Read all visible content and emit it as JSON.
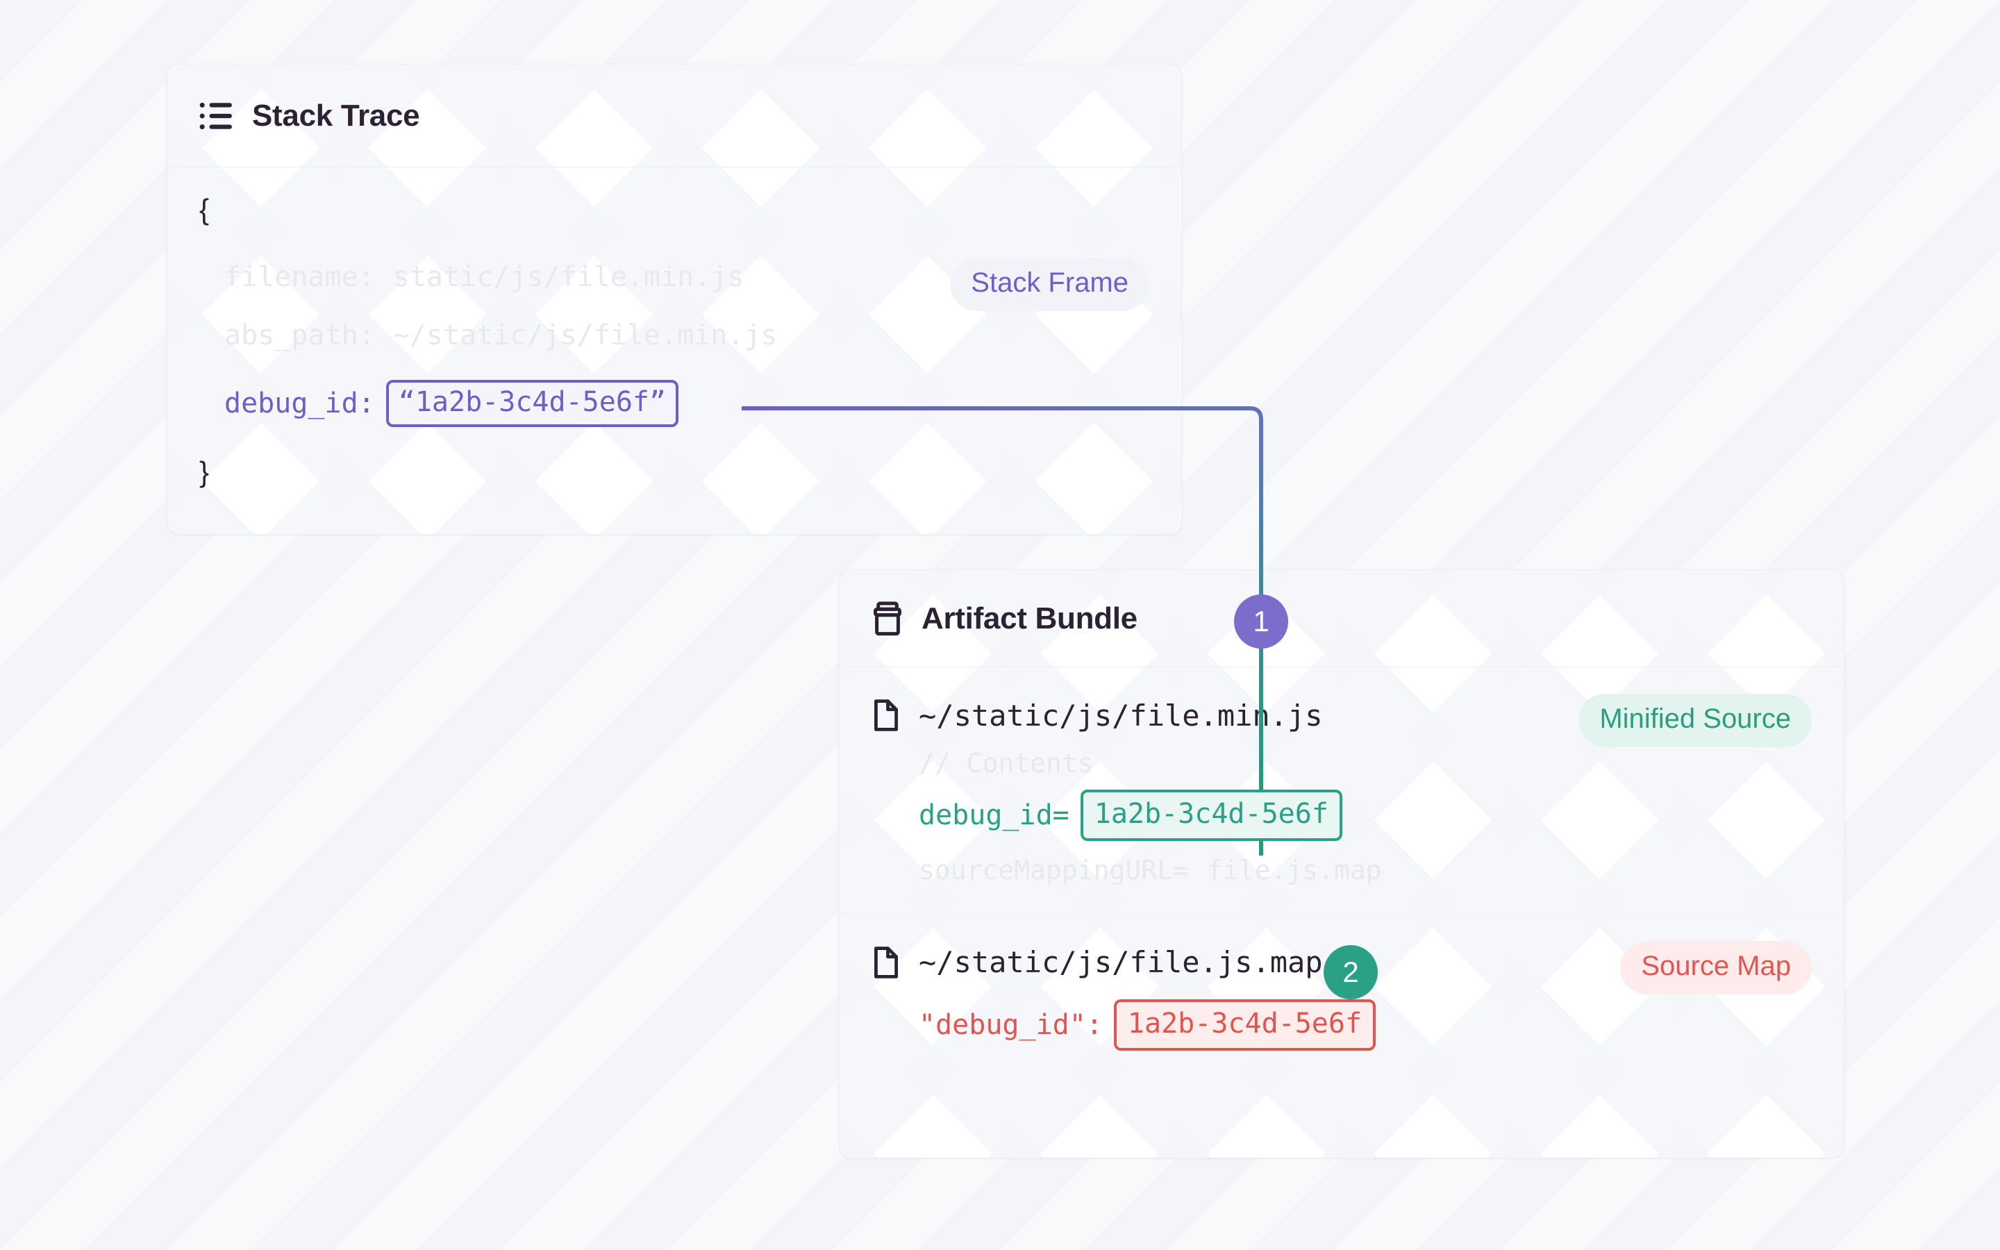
{
  "theme": {
    "background": "#f8f9fb",
    "card_bg": "#ffffff",
    "border": "#eceef3",
    "purple": "#6c5fc7",
    "purple_badge": "#7c6ccc",
    "green": "#2aa087",
    "green_text": "#2a9d7f",
    "red": "#e0564f",
    "red_text": "#e1564f",
    "muted_text": "#e7e9ee",
    "title_text": "#2b2233"
  },
  "stack_trace": {
    "title": "Stack Trace",
    "icon": "list-icon",
    "open_brace": "{",
    "close_brace": "}",
    "tag": "Stack Frame",
    "rows": [
      {
        "key": "filename:",
        "value": "static/js/file.min.js"
      },
      {
        "key": "abs_path:",
        "value": "~/static/js/file.min.js"
      }
    ],
    "debug_id": {
      "key": "debug_id:",
      "value": "“1a2b-3c4d-5e6f”"
    }
  },
  "artifact_bundle": {
    "title": "Artifact Bundle",
    "icon": "package-icon",
    "files": [
      {
        "icon": "file-icon",
        "name": "~/static/js/file.min.js",
        "tag": "Minified Source",
        "comment": "// Contents",
        "debug_id_key": "debug_id=",
        "debug_id_value": "1a2b-3c4d-5e6f",
        "source_mapping_key": "sourceMappingURL=",
        "source_mapping_value": "file.js.map"
      },
      {
        "icon": "file-icon",
        "name": "~/static/js/file.js.map",
        "tag": "Source Map",
        "debug_id_key": "\"debug_id\":",
        "debug_id_value": "1a2b-3c4d-5e6f"
      }
    ]
  },
  "steps": [
    {
      "label": "1",
      "color": "#7c6ccc"
    },
    {
      "label": "2",
      "color": "#2aa087"
    }
  ]
}
